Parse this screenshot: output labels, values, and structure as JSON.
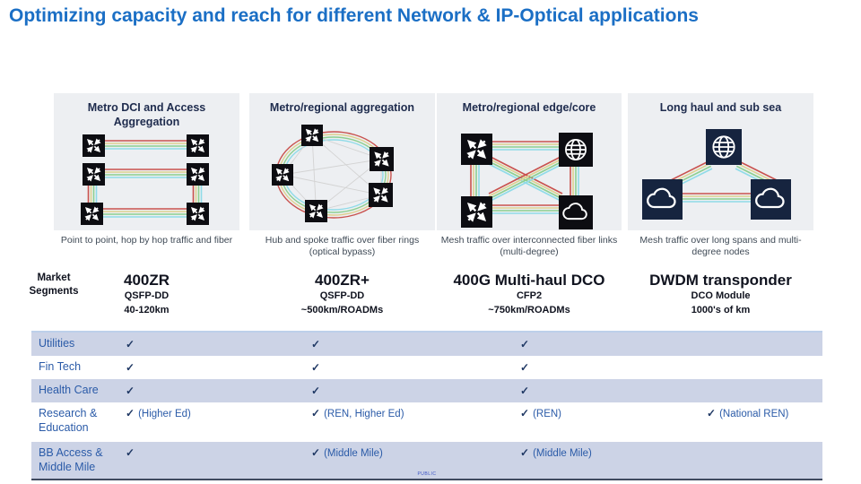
{
  "slide": {
    "title": "Optimizing capacity and reach for different Network & IP-Optical applications",
    "classification": "PUBLIC"
  },
  "market": {
    "label": "Market Segments"
  },
  "cards": [
    {
      "title": "Metro DCI and Access Aggregation",
      "caption": "Point to point, hop by hop traffic and fiber",
      "diagram": "point-to-point-pairs"
    },
    {
      "title": "Metro/regional aggregation",
      "caption": "Hub and spoke traffic over fiber rings (optical bypass)",
      "diagram": "fiber-ring"
    },
    {
      "title": "Metro/regional edge/core",
      "caption": "Mesh traffic over interconnected fiber links (multi-degree)",
      "diagram": "mesh"
    },
    {
      "title": "Long haul and sub sea",
      "caption": "Mesh traffic over long spans and multi-degree nodes",
      "diagram": "triangle"
    }
  ],
  "products": [
    {
      "name": "400ZR",
      "form": "QSFP-DD",
      "reach": "40-120km"
    },
    {
      "name": "400ZR+",
      "form": "QSFP-DD",
      "reach": "~500km/ROADMs"
    },
    {
      "name": "400G Multi-haul DCO",
      "form": "CFP2",
      "reach": "~750km/ROADMs"
    },
    {
      "name": "DWDM transponder",
      "form": "DCO Module",
      "reach": "1000's of km"
    }
  ],
  "table": {
    "check_glyph": "✓",
    "rows": [
      {
        "label": "Utilities",
        "cells": [
          {
            "check": true,
            "note": ""
          },
          {
            "check": true,
            "note": ""
          },
          {
            "check": true,
            "note": ""
          },
          {
            "check": false,
            "note": ""
          }
        ]
      },
      {
        "label": "Fin Tech",
        "cells": [
          {
            "check": true,
            "note": ""
          },
          {
            "check": true,
            "note": ""
          },
          {
            "check": true,
            "note": ""
          },
          {
            "check": false,
            "note": ""
          }
        ]
      },
      {
        "label": "Health Care",
        "cells": [
          {
            "check": true,
            "note": ""
          },
          {
            "check": true,
            "note": ""
          },
          {
            "check": true,
            "note": ""
          },
          {
            "check": false,
            "note": ""
          }
        ]
      },
      {
        "label": "Research & Education",
        "cells": [
          {
            "check": true,
            "note": "(Higher Ed)"
          },
          {
            "check": true,
            "note": "(REN, Higher Ed)"
          },
          {
            "check": true,
            "note": "(REN)"
          },
          {
            "check": true,
            "note": "(National REN)"
          }
        ]
      },
      {
        "label": "BB Access & Middle Mile",
        "cells": [
          {
            "check": true,
            "note": ""
          },
          {
            "check": true,
            "note": "(Middle Mile)"
          },
          {
            "check": true,
            "note": "(Middle Mile)"
          },
          {
            "check": false,
            "note": ""
          }
        ]
      }
    ]
  },
  "colors": {
    "title_blue": "#1B6FC5",
    "row_shade": "#CCD3E6",
    "label_blue": "#2B5BA8",
    "check_navy": "#1F3864",
    "card_gray": "#EDEFF2",
    "stripe_red": "#C9524E",
    "stripe_yellow": "#DDD08F",
    "stripe_green": "#8CCF90",
    "stripe_cyan": "#8FDBE8",
    "node_black": "#0D0D12",
    "node_navy": "#16243F"
  }
}
